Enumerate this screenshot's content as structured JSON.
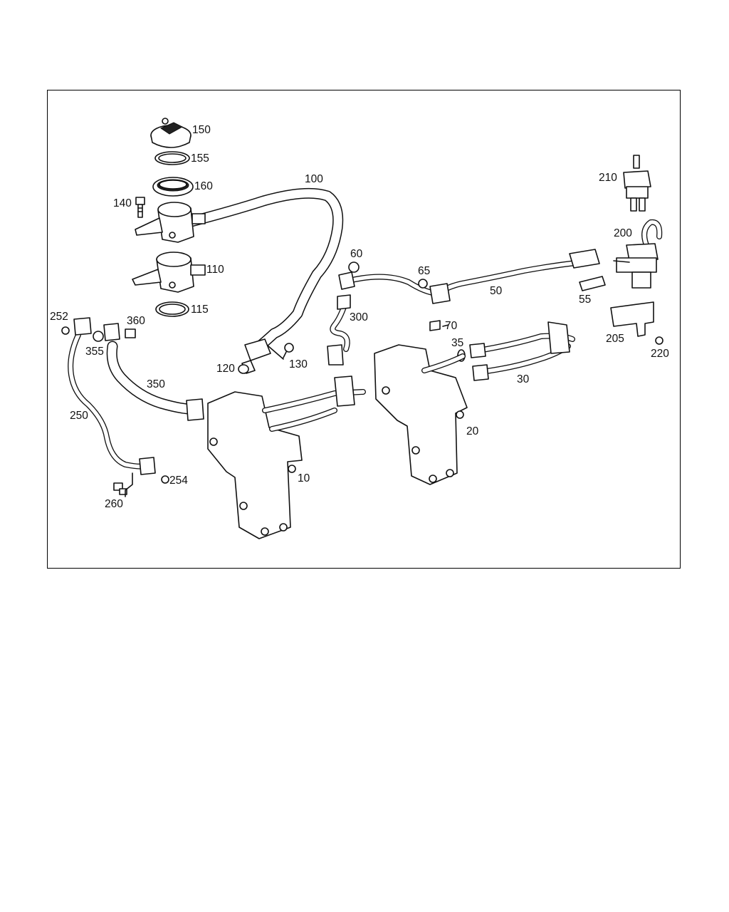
{
  "callouts": [
    {
      "id": "150",
      "text": "150"
    },
    {
      "id": "155",
      "text": "155"
    },
    {
      "id": "160",
      "text": "160"
    },
    {
      "id": "140",
      "text": "140"
    },
    {
      "id": "100",
      "text": "100"
    },
    {
      "id": "110",
      "text": "110"
    },
    {
      "id": "115",
      "text": "115"
    },
    {
      "id": "210",
      "text": "210"
    },
    {
      "id": "200",
      "text": "200"
    },
    {
      "id": "60",
      "text": "60"
    },
    {
      "id": "65",
      "text": "65"
    },
    {
      "id": "50",
      "text": "50"
    },
    {
      "id": "55",
      "text": "55"
    },
    {
      "id": "252",
      "text": "252"
    },
    {
      "id": "360",
      "text": "360"
    },
    {
      "id": "355",
      "text": "355"
    },
    {
      "id": "300",
      "text": "300"
    },
    {
      "id": "70",
      "text": "70"
    },
    {
      "id": "205",
      "text": "205"
    },
    {
      "id": "35",
      "text": "35"
    },
    {
      "id": "220",
      "text": "220"
    },
    {
      "id": "120",
      "text": "120"
    },
    {
      "id": "130",
      "text": "130"
    },
    {
      "id": "350",
      "text": "350"
    },
    {
      "id": "30",
      "text": "30"
    },
    {
      "id": "250",
      "text": "250"
    },
    {
      "id": "20",
      "text": "20"
    },
    {
      "id": "10",
      "text": "10"
    },
    {
      "id": "254",
      "text": "254"
    },
    {
      "id": "260",
      "text": "260"
    }
  ]
}
